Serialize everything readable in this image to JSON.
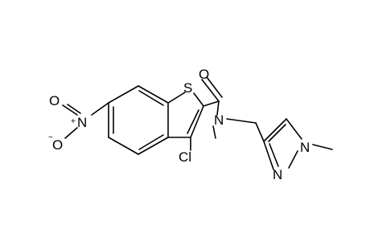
{
  "molecule": {
    "atoms": {
      "sulfur": "S",
      "oxygen_carbonyl": "O",
      "nitrogen_amide": "N",
      "chlorine": "Cl",
      "nitro_oxygen_top": "O",
      "nitro_nitrogen": "N",
      "nitro_oxygen_bottom": "O",
      "pyrazole_n1": "N",
      "pyrazole_n2": "N"
    },
    "charges": {
      "nitro_nitrogen": "+",
      "nitro_oxygen_bottom": "−"
    }
  }
}
